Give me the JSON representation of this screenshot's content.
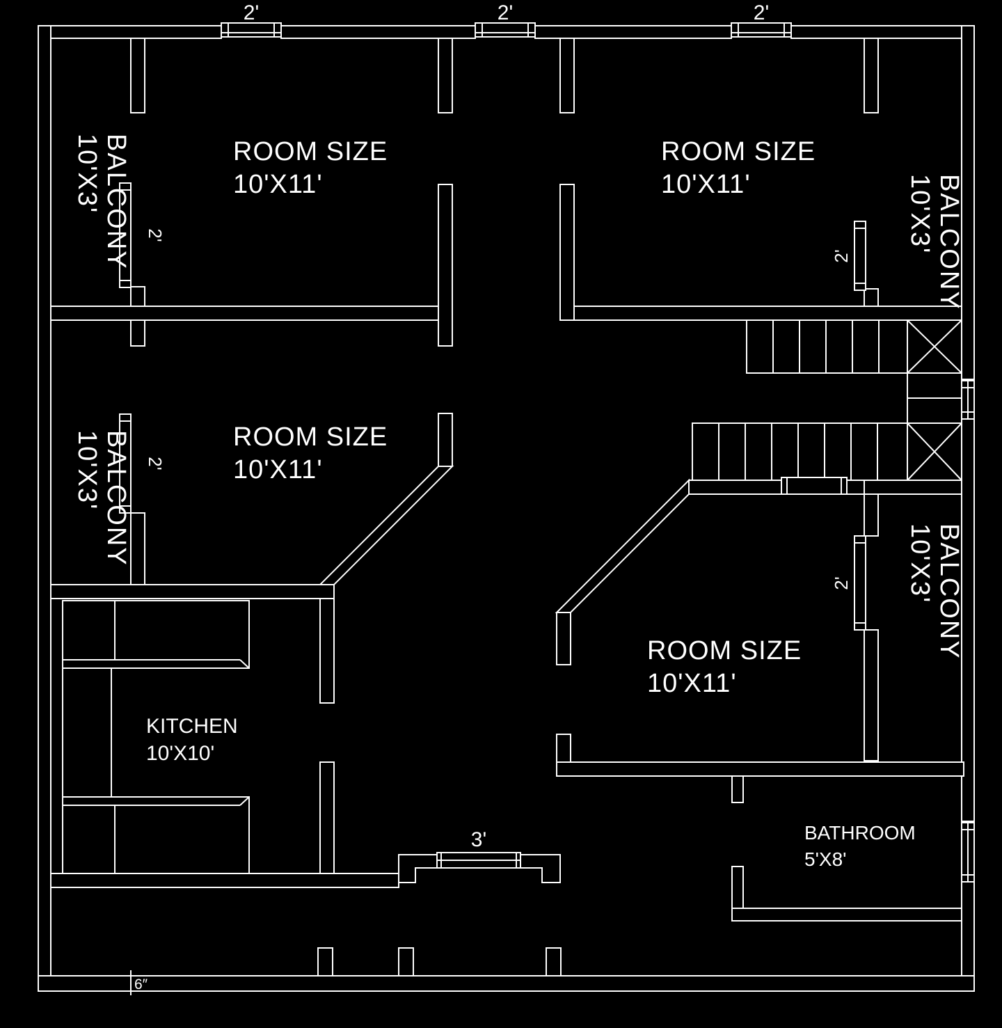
{
  "colors": {
    "background": "#000000",
    "line": "#ffffff",
    "text": "#ffffff"
  },
  "rooms": {
    "top_left": {
      "label": "ROOM SIZE",
      "size": "10'X11'"
    },
    "top_right": {
      "label": "ROOM SIZE",
      "size": "10'X11'"
    },
    "mid_left": {
      "label": "ROOM SIZE",
      "size": "10'X11'"
    },
    "bottom_right": {
      "label": "ROOM SIZE",
      "size": "10'X11'"
    },
    "kitchen": {
      "label": "KITCHEN",
      "size": "10'X10'"
    },
    "bathroom": {
      "label": "BATHROOM",
      "size": "5'X8'"
    }
  },
  "balconies": {
    "top_left": {
      "label": "BALCONY",
      "size": "10'X3'"
    },
    "mid_left": {
      "label": "BALCONY",
      "size": "10'X3'"
    },
    "top_right": {
      "label": "BALCONY",
      "size": "10'X3'"
    },
    "bottom_right": {
      "label": "BALCONY",
      "size": "10'X3'"
    }
  },
  "dims": {
    "windows": [
      "2'",
      "2'",
      "2'"
    ],
    "doors": {
      "top_left": "2'",
      "mid_left": "2'",
      "top_right": "2'",
      "bottom_right": "2'"
    },
    "entrance": "3'",
    "wall_marker": "6″"
  }
}
